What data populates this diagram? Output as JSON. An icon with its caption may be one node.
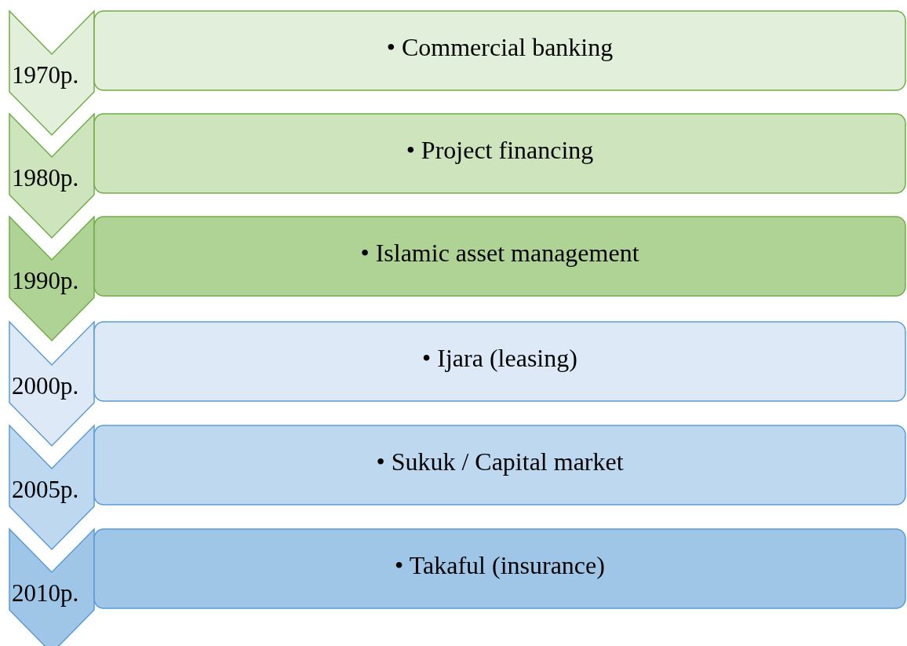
{
  "diagram": {
    "nodes": [
      {
        "text": [
          "1970р."
        ]
      },
      {
        "text": [
          "• Commercial banking"
        ]
      },
      {
        "text": [
          "1980р."
        ]
      },
      {
        "text": [
          "• Project financing"
        ]
      },
      {
        "text": [
          "1990р."
        ]
      },
      {
        "text": [
          "• Islamic asset management"
        ]
      },
      {
        "text": [
          "2000р."
        ]
      },
      {
        "text": [
          "• Ijara (leasing)"
        ]
      },
      {
        "text": [
          "2005р."
        ]
      },
      {
        "text": [
          "• Sukuk / Capital market"
        ]
      },
      {
        "text": [
          "2010р."
        ]
      },
      {
        "text": [
          "• Takaful (insurance)"
        ]
      }
    ]
  }
}
